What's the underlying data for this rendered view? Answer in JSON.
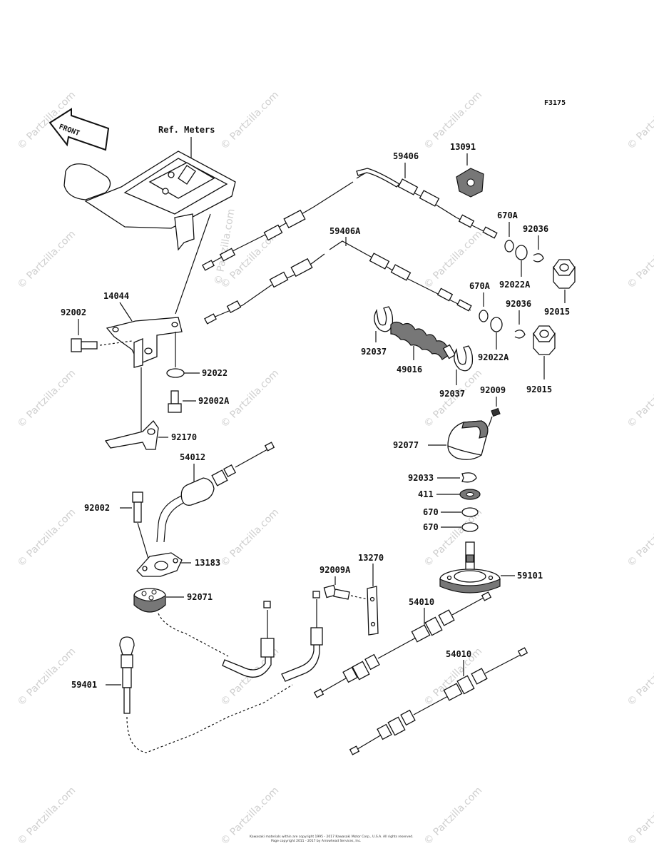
{
  "diagram": {
    "code": "F3175",
    "front_label": "FRONT",
    "ref_label": "Ref. Meters",
    "part_labels": {
      "p59406": "59406",
      "p13091": "13091",
      "p59406A": "59406A",
      "p670A_1": "670A",
      "p92036_1": "92036",
      "p92022A_1": "92022A",
      "p92015_1": "92015",
      "p670A_2": "670A",
      "p92036_2": "92036",
      "p92022A_2": "92022A",
      "p92015_2": "92015",
      "p14044": "14044",
      "p92002_1": "92002",
      "p92022": "92022",
      "p92002A": "92002A",
      "p92170": "92170",
      "p92037_1": "92037",
      "p49016": "49016",
      "p92037_2": "92037",
      "p92009": "92009",
      "p92077": "92077",
      "p54012": "54012",
      "p92033": "92033",
      "p411": "411",
      "p670_1": "670",
      "p670_2": "670",
      "p92002_2": "92002",
      "p13183": "13183",
      "p92071": "92071",
      "p92009A": "92009A",
      "p13270": "13270",
      "p59101": "59101",
      "p54010_1": "54010",
      "p54010_2": "54010",
      "p59401": "59401"
    },
    "watermark": "© Partzilla.com",
    "footer_line1": "Kawasaki materials within are copyright 1995 - 2017 Kawasaki Motor Corp., U.S.A. All rights reserved.",
    "footer_line2": "Page copyright 2011 - 2017 by Arrowhead Services, Inc."
  }
}
